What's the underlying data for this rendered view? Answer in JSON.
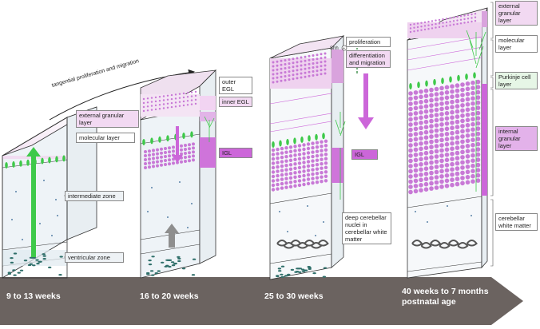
{
  "timeline": {
    "stage1": "9 to 13 weeks",
    "stage2": "16 to 20 weeks",
    "stage3": "25 to 30 weeks",
    "stage4_line1": "40 weeks to 7 months",
    "stage4_line2": "postnatal age"
  },
  "annotation": {
    "tangential": "tangential proliferation and migration",
    "shh": "Shh"
  },
  "labels": {
    "external_granular_layer": "external granular layer",
    "molecular_layer": "molecular layer",
    "intermediate_zone": "intermediate zone",
    "ventricular_zone": "ventricular zone",
    "outer_egl": "outer EGL",
    "inner_egl": "inner EGL",
    "igl": "IGL",
    "proliferation": "proliferation",
    "differentiation_and_migration": "differentiation and migration",
    "deep_nuclei": "deep cerebellar nuclei in cerebellar white matter",
    "external_granular_layer_adult": "external granular layer",
    "molecular_layer_adult": "molecular layer",
    "purkinje_cell_layer": "Purkinje cell layer",
    "internal_granular_layer": "internal granular layer",
    "cerebellar_white_matter": "cerebellar white matter"
  },
  "colors": {
    "egl": "#d9a3dd",
    "igl": "#cc66d9",
    "granule": "#c879d6",
    "purkinje": "#3ec94a",
    "arrow_green": "#3ec94a",
    "zone": "#e8f0f6",
    "timeline": "#6b6360"
  }
}
